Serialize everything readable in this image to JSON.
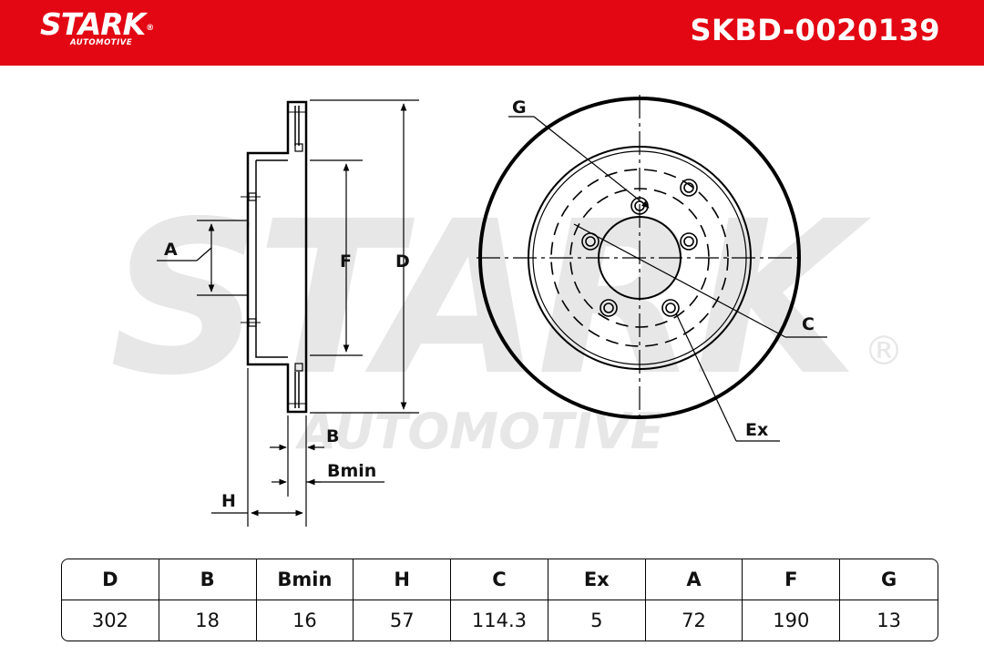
{
  "header": {
    "brand_name": "STARK",
    "brand_registered": "®",
    "brand_subtitle": "AUTOMOTIVE",
    "part_number": "SKBD-0020139",
    "background_color": "#e30613"
  },
  "watermark": {
    "word": "STARK",
    "subtitle": "AUTOMOTIVE",
    "registered": "®",
    "color": "#e6e6e6"
  },
  "diagram": {
    "side_view_labels": {
      "A": "A",
      "F": "F",
      "D": "D",
      "B": "B",
      "Bmin": "Bmin",
      "H": "H"
    },
    "front_view_labels": {
      "G": "G",
      "C": "C",
      "Ex": "Ex"
    }
  },
  "spec_table": {
    "headers": [
      "D",
      "B",
      "Bmin",
      "H",
      "C",
      "Ex",
      "A",
      "F",
      "G"
    ],
    "values": [
      "302",
      "18",
      "16",
      "57",
      "114.3",
      "5",
      "72",
      "190",
      "13"
    ]
  }
}
